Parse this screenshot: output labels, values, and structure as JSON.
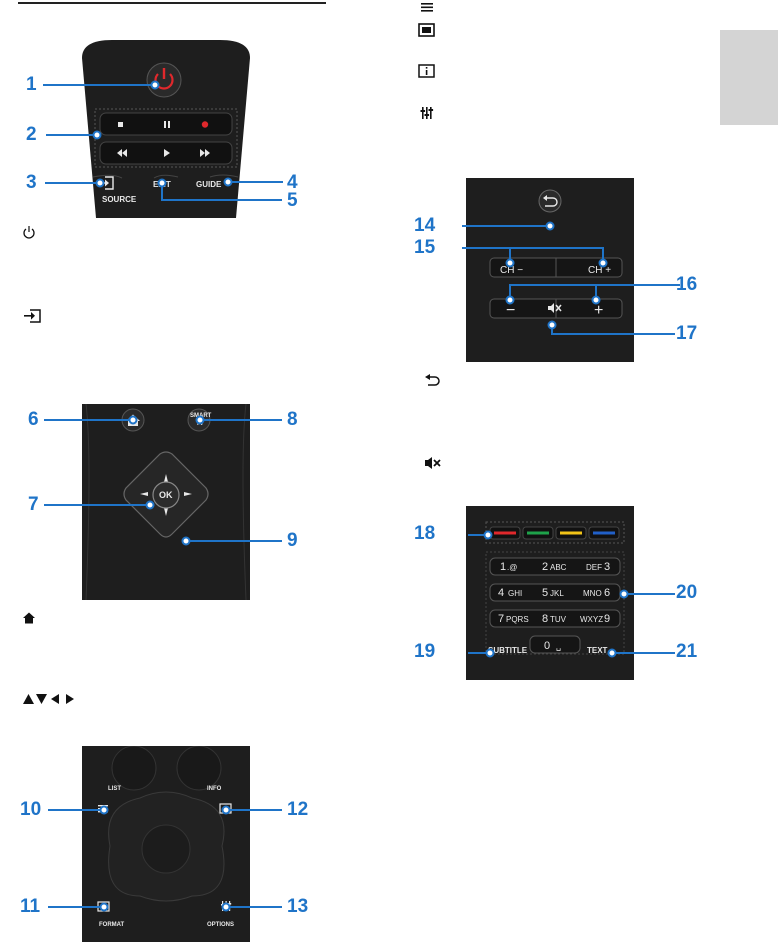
{
  "panel1": {
    "callouts": {
      "c1": "1",
      "c2": "2",
      "c3": "3",
      "c4": "4",
      "c5": "5"
    },
    "labels": {
      "source": "SOURCE",
      "exit": "EXIT",
      "guide": "GUIDE"
    }
  },
  "panel2": {
    "callouts": {
      "c6": "6",
      "c7": "7",
      "c8": "8",
      "c9": "9"
    },
    "labels": {
      "smart_tv_line1": "SMART",
      "smart_tv_line2": "TV",
      "ok": "OK"
    }
  },
  "panel3": {
    "callouts": {
      "c10": "10",
      "c11": "11",
      "c12": "12",
      "c13": "13"
    },
    "labels": {
      "list": "LIST",
      "info": "INFO",
      "format": "FORMAT",
      "options": "OPTIONS"
    }
  },
  "panel4": {
    "callouts": {
      "c14": "14",
      "c15": "15",
      "c16": "16",
      "c17": "17"
    },
    "labels": {
      "ch_minus": "CH −",
      "ch_plus": "CH +",
      "vol_minus": "−",
      "vol_plus": "+"
    }
  },
  "panel5": {
    "callouts": {
      "c18": "18",
      "c19": "19",
      "c20": "20",
      "c21": "21"
    },
    "keys": {
      "k1": "1",
      "k1s": ".@",
      "k2": "2",
      "k2s": "ABC",
      "k3s": "DEF",
      "k3": "3",
      "k4": "4",
      "k4s": "GHI",
      "k5": "5",
      "k5s": "JKL",
      "k6s": "MNO",
      "k6": "6",
      "k7": "7",
      "k7s": "PQRS",
      "k8": "8",
      "k8s": "TUV",
      "k9s": "WXYZ",
      "k9": "9",
      "k0": "0",
      "k0s": "␣"
    },
    "labels": {
      "subtitle": "SUBTITLE",
      "text": "TEXT"
    }
  },
  "colors": {
    "callout": "#1f74c8",
    "red": "#e0282c",
    "green": "#1ea24a",
    "yellow": "#f2c418",
    "blue": "#2160c8",
    "remote": "#1e1e1e"
  }
}
